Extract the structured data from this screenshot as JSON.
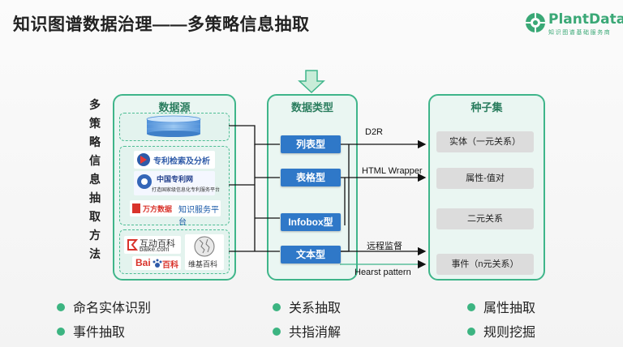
{
  "title": "知识图谱数据治理——多策略信息抽取",
  "logo": {
    "name": "PlantData",
    "subtitle": "知识图谱基础服务商"
  },
  "vertical_label": [
    "多",
    "策",
    "略",
    "信",
    "息",
    "抽",
    "取",
    "方",
    "法"
  ],
  "panels": {
    "source": {
      "title": "数据源"
    },
    "types": {
      "title": "数据类型"
    },
    "seeds": {
      "title": "种子集"
    }
  },
  "sources": {
    "patent": {
      "title": "专利检索及分析",
      "sub": ""
    },
    "cnpatent": {
      "title": "中国专利网",
      "sub": "打造国家级信息化专利服务平台"
    },
    "wanfang": {
      "brand": "万方数据",
      "text": "知识服务平台"
    },
    "hudong": {
      "brand": "互动百科",
      "domain": "baike.com"
    },
    "baidu": {
      "text": "百科"
    },
    "wiki": {
      "text": "维基百科"
    }
  },
  "data_types": [
    "列表型",
    "表格型",
    "Infobox型",
    "文本型"
  ],
  "seed_items": [
    "实体（一元关系）",
    "属性-值对",
    "二元关系",
    "事件（n元关系）"
  ],
  "edge_labels": {
    "d2r": "D2R",
    "html": "HTML Wrapper",
    "remote": "远程监督",
    "hearst": "Hearst pattern"
  },
  "bullets": [
    [
      "命名实体识别",
      "关系抽取",
      "属性抽取"
    ],
    [
      "事件抽取",
      "共指消解",
      "规则挖掘"
    ]
  ],
  "colors": {
    "accent": "#3cb481",
    "button": "#2f78c8",
    "border": "#3fb58a"
  }
}
